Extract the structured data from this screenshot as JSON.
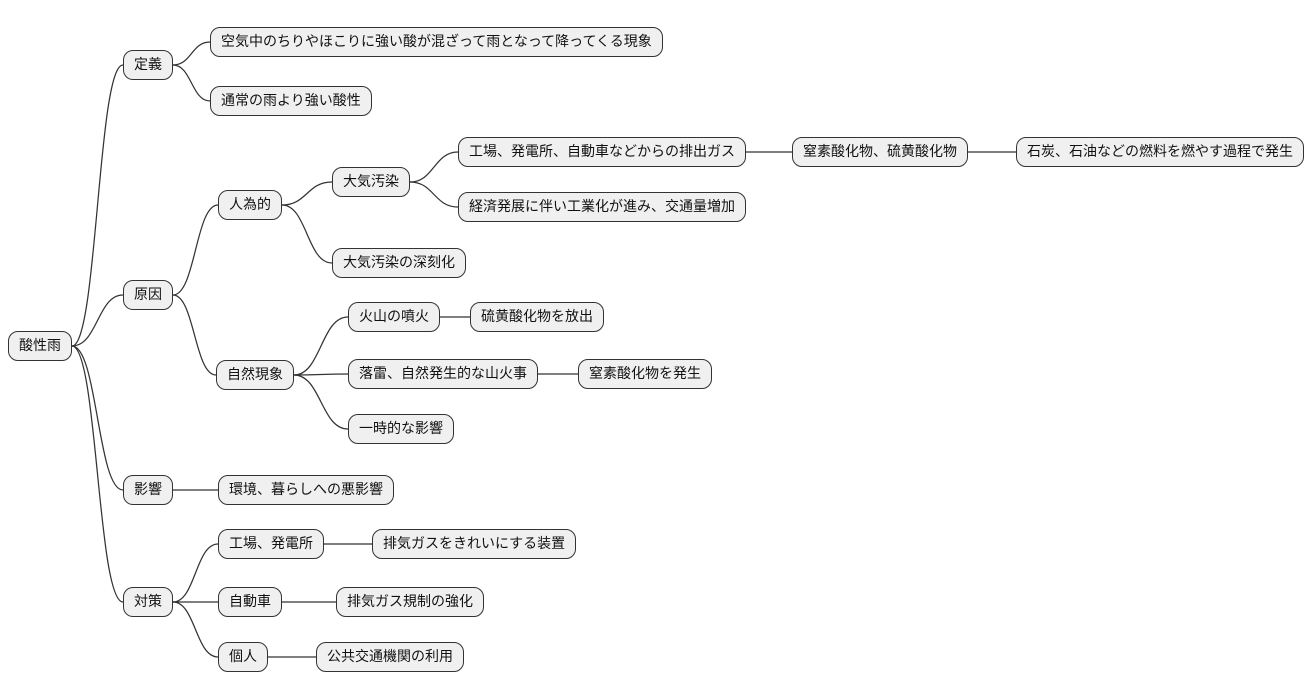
{
  "diagram": {
    "type": "mindmap",
    "root_label": "酸性雨",
    "colors": {
      "background": "#ffffff",
      "node_fill": "#f0f0f0",
      "node_border": "#333333",
      "connector": "#333333",
      "text": "#111111"
    }
  },
  "nodes": [
    {
      "id": "acid-rain",
      "parent": null,
      "label": "酸性雨"
    },
    {
      "id": "definition",
      "parent": "acid-rain",
      "label": "定義"
    },
    {
      "id": "definition-phenomenon",
      "parent": "definition",
      "label": "空気中のちりやほこりに強い酸が混ざって雨となって降ってくる現象"
    },
    {
      "id": "definition-acidity",
      "parent": "definition",
      "label": "通常の雨より強い酸性"
    },
    {
      "id": "causes",
      "parent": "acid-rain",
      "label": "原因"
    },
    {
      "id": "man-made",
      "parent": "causes",
      "label": "人為的"
    },
    {
      "id": "air-pollution",
      "parent": "man-made",
      "label": "大気汚染"
    },
    {
      "id": "emission-gases",
      "parent": "air-pollution",
      "label": "工場、発電所、自動車などからの排出ガス"
    },
    {
      "id": "oxides",
      "parent": "emission-gases",
      "label": "窒素酸化物、硫黄酸化物"
    },
    {
      "id": "fuel-burning",
      "parent": "oxides",
      "label": "石炭、石油などの燃料を燃やす過程で発生"
    },
    {
      "id": "industrialization",
      "parent": "air-pollution",
      "label": "経済発展に伴い工業化が進み、交通量増加"
    },
    {
      "id": "pollution-worsening",
      "parent": "man-made",
      "label": "大気汚染の深刻化"
    },
    {
      "id": "natural-phenomena",
      "parent": "causes",
      "label": "自然現象"
    },
    {
      "id": "volcanic-eruption",
      "parent": "natural-phenomena",
      "label": "火山の噴火"
    },
    {
      "id": "sulfur-release",
      "parent": "volcanic-eruption",
      "label": "硫黄酸化物を放出"
    },
    {
      "id": "lightning-wildfire",
      "parent": "natural-phenomena",
      "label": "落雷、自然発生的な山火事"
    },
    {
      "id": "nitrogen-generation",
      "parent": "lightning-wildfire",
      "label": "窒素酸化物を発生"
    },
    {
      "id": "temporary-effect",
      "parent": "natural-phenomena",
      "label": "一時的な影響"
    },
    {
      "id": "effects",
      "parent": "acid-rain",
      "label": "影響"
    },
    {
      "id": "environment-impact",
      "parent": "effects",
      "label": "環境、暮らしへの悪影響"
    },
    {
      "id": "countermeasures",
      "parent": "acid-rain",
      "label": "対策"
    },
    {
      "id": "factories-plants",
      "parent": "countermeasures",
      "label": "工場、発電所"
    },
    {
      "id": "cleaning-device",
      "parent": "factories-plants",
      "label": "排気ガスをきれいにする装置"
    },
    {
      "id": "automobiles",
      "parent": "countermeasures",
      "label": "自動車"
    },
    {
      "id": "emission-regulation",
      "parent": "automobiles",
      "label": "排気ガス規制の強化"
    },
    {
      "id": "individuals",
      "parent": "countermeasures",
      "label": "個人"
    },
    {
      "id": "public-transport",
      "parent": "individuals",
      "label": "公共交通機関の利用"
    }
  ]
}
